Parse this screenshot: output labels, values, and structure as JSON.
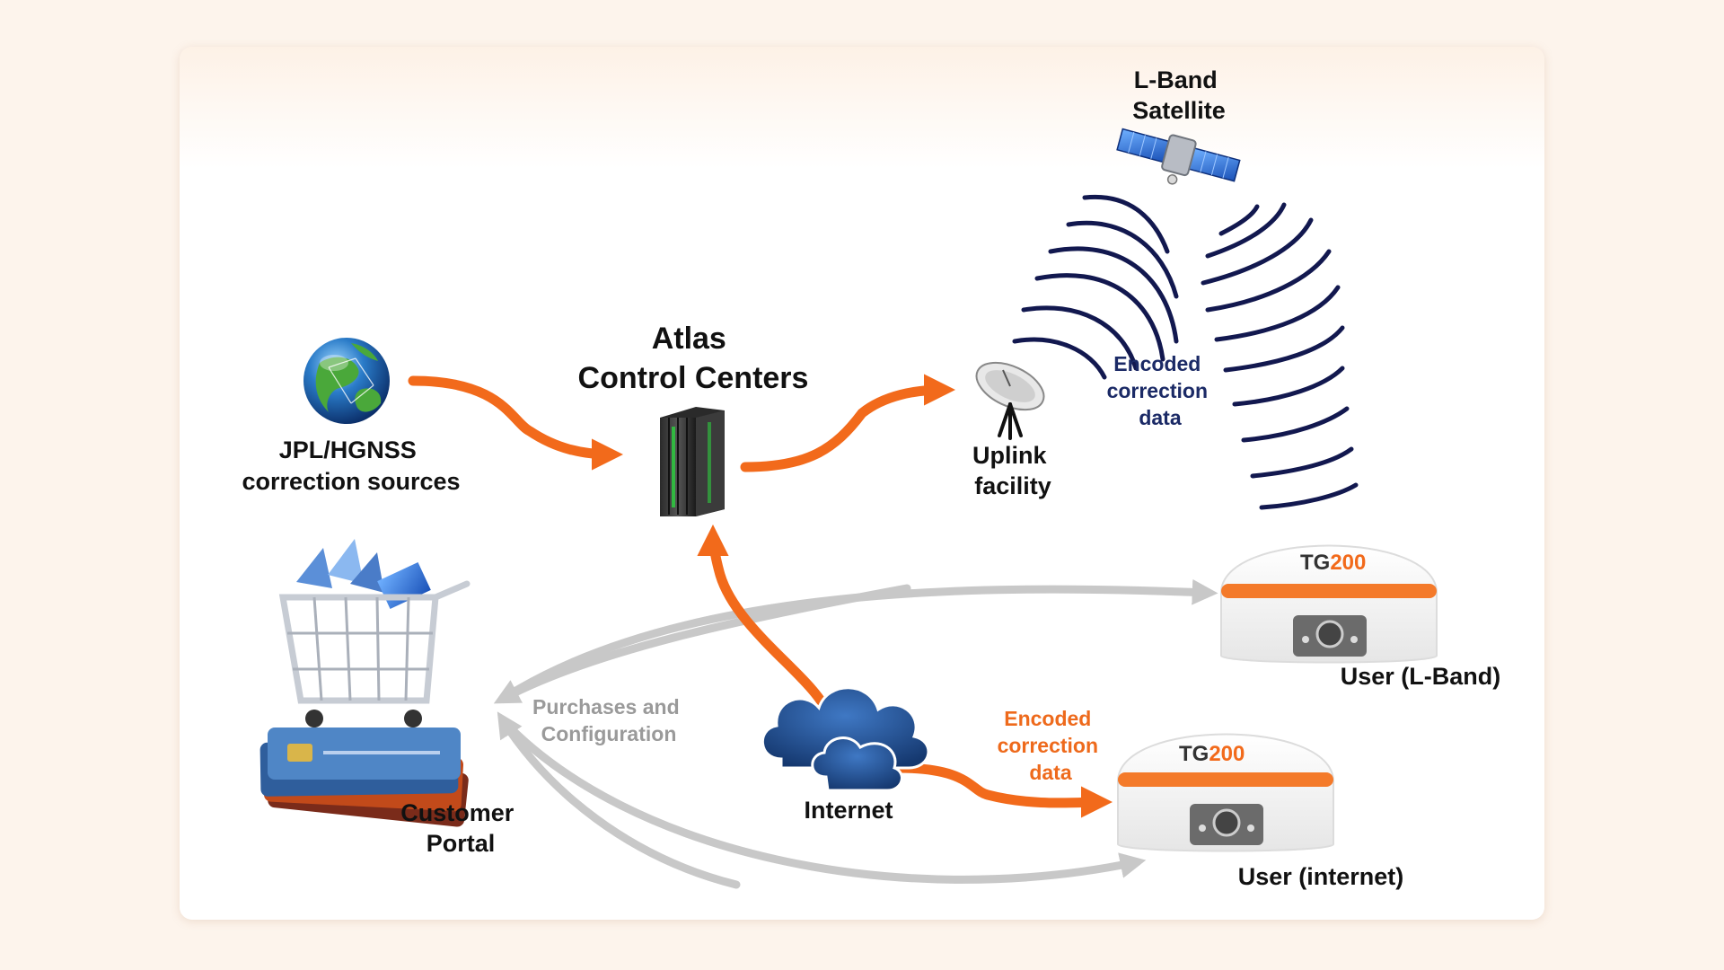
{
  "colors": {
    "background": "#fdf4ec",
    "orange_arrow": "#f26a1b",
    "gray_arrow": "#c8c8c8",
    "navy_waves": "#12184f",
    "navy_text": "#1b2a66",
    "orange_text": "#ee6a1c",
    "gray_text": "#9a9a9a"
  },
  "nodes": {
    "sources": {
      "label_line1": "JPL/HGNSS",
      "label_line2": "correction sources",
      "icon": "globe-icon"
    },
    "control": {
      "label_line1": "Atlas",
      "label_line2": "Control Centers",
      "icon": "server-rack-icon"
    },
    "uplink": {
      "label_line1": "Uplink",
      "label_line2": "facility",
      "icon": "satellite-dish-icon"
    },
    "satellite": {
      "label_line1": "L-Band",
      "label_line2": "Satellite",
      "icon": "satellite-icon"
    },
    "portal": {
      "label_line1": "Customer",
      "label_line2": "Portal",
      "icon": "shopping-cart-icon"
    },
    "internet": {
      "label": "Internet",
      "icon": "cloud-icon"
    },
    "user_lband": {
      "label": "User (L-Band)",
      "device_brand_a": "TG",
      "device_brand_b": "200",
      "icon": "gnss-receiver-icon"
    },
    "user_internet": {
      "label": "User (internet)",
      "device_brand_a": "TG",
      "device_brand_b": "200",
      "icon": "gnss-receiver-icon"
    }
  },
  "annotations": {
    "lband_data": {
      "line1": "Encoded",
      "line2": "correction",
      "line3": "data"
    },
    "internet_data": {
      "line1": "Encoded",
      "line2": "correction",
      "line3": "data"
    },
    "purchases": {
      "line1": "Purchases and",
      "line2": "Configuration"
    }
  }
}
